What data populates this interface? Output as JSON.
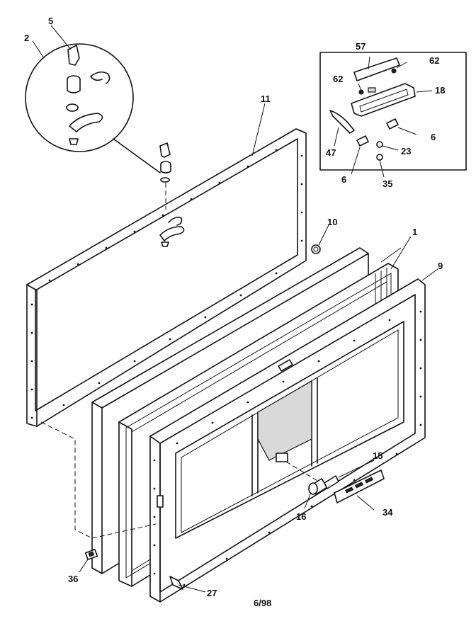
{
  "labels": {
    "p1": "1",
    "p2": "2",
    "p5": "5",
    "p6a": "6",
    "p6b": "6",
    "p9": "9",
    "p10": "10",
    "p11": "11",
    "p15": "15",
    "p16": "16",
    "p18": "18",
    "p23": "23",
    "p27": "27",
    "p34": "34",
    "p35": "35",
    "p36": "36",
    "p47": "47",
    "p57": "57",
    "p62a": "62",
    "p62b": "62"
  },
  "footer": {
    "date_code": "6/98"
  }
}
